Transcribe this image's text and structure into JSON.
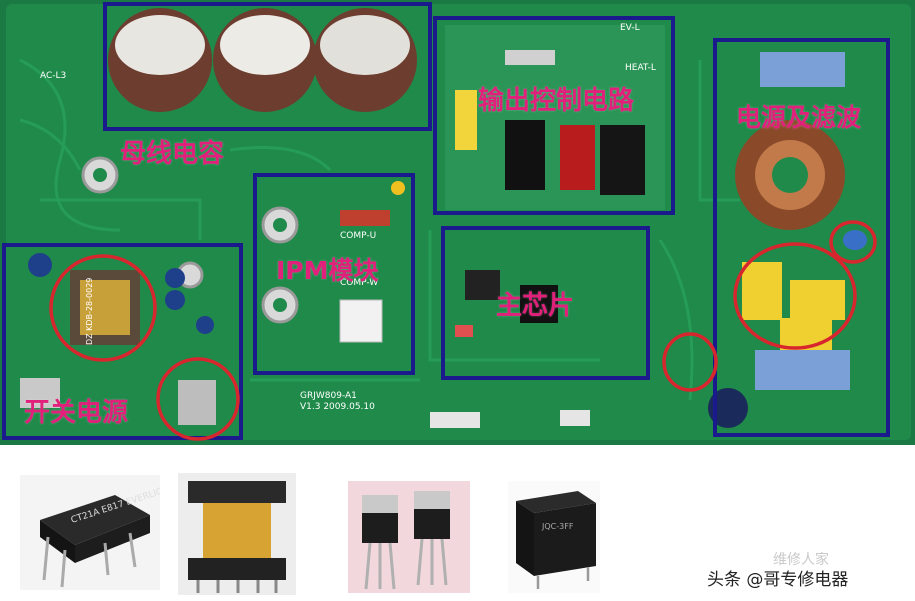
{
  "board": {
    "labels": {
      "bus_capacitor": "母线电容",
      "output_control": "输出控制电路",
      "power_filter": "电源及滤波",
      "ipm_module": "IPM模块",
      "main_chip": "主芯片",
      "switching_power": "开关电源"
    },
    "silkscreen": {
      "comp_u": "COMP-U",
      "comp_w": "COMP-W",
      "model": "GRJW809-A1",
      "version": "V1.3 2009.05.10",
      "ac_l3": "AC-L3",
      "heat_l": "HEAT-L",
      "ev_l": "EV-L",
      "transformer": "DZ KDB-28-0029"
    },
    "colors": {
      "pcb": "#1f8a4a",
      "box": "#1a1a8c",
      "circle": "#d8262e",
      "label": "#e0207a"
    }
  },
  "components": {
    "optocoupler_marking": "CT21A E817 EVERLIGHT",
    "relay_marking": "JQC-3FF"
  },
  "watermarks": {
    "wechat": "维修人家",
    "toutiao": "头条 @哥专修电器"
  }
}
